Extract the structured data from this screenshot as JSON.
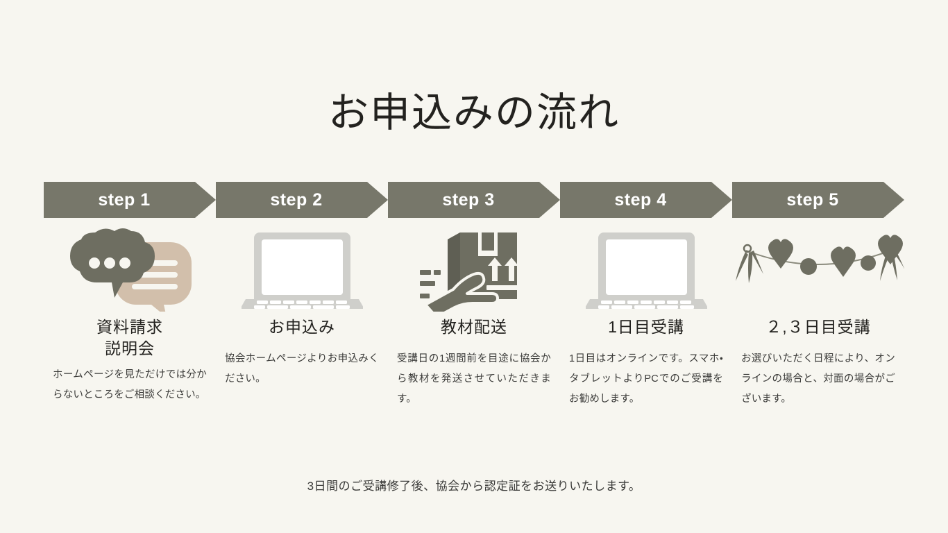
{
  "page": {
    "title": "お申込みの流れ",
    "background_color": "#f7f6f0",
    "accent_color": "#77776a",
    "text_color": "#3a3a38"
  },
  "steps": [
    {
      "badge": "step 1",
      "icon": "speech-bubbles-icon",
      "heading": "資料請求\n説明会",
      "description": "ホームページを見ただけでは分からないところをご相談ください。"
    },
    {
      "badge": "step 2",
      "icon": "laptop-icon",
      "heading": "お申込み",
      "description": "協会ホームページよりお申込みください。"
    },
    {
      "badge": "step 3",
      "icon": "package-delivery-icon",
      "heading": "教材配送",
      "description": "受講日の1週間前を目途に協会から教材を発送させていただきます。"
    },
    {
      "badge": "step 4",
      "icon": "laptop-icon",
      "heading": "1日目受講",
      "description": "1日目はオンラインです。スマホ・タブレットよりPCでのご受講をお勧めします。"
    },
    {
      "badge": "step 5",
      "icon": "heart-garland-icon",
      "heading": "２,３日目受講",
      "description": "お選びいただく日程により、オンラインの場合と、対面の場合がございます。"
    }
  ],
  "footer": {
    "note": "3日間のご受講修了後、協会から認定証をお送りいたします。"
  }
}
